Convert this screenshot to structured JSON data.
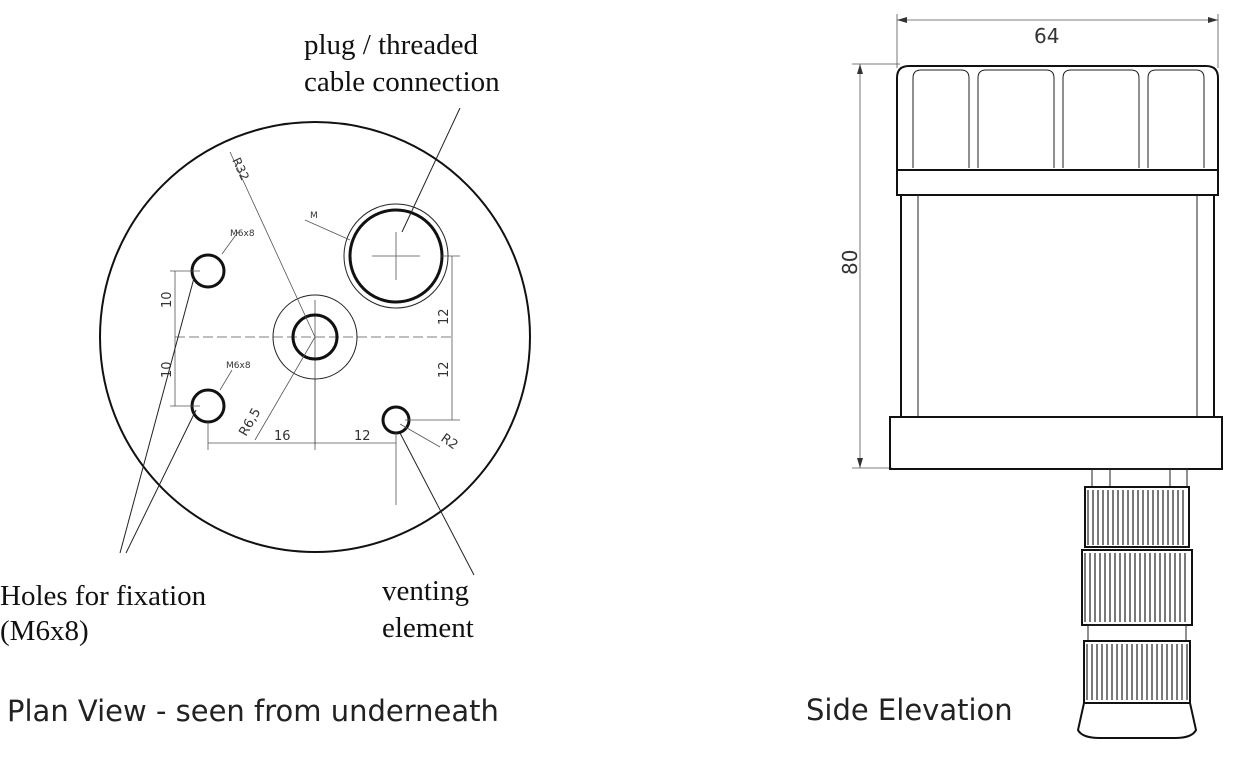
{
  "plan_view": {
    "caption": "Plan View - seen from underneath",
    "labels": {
      "plug_line1": "plug / threaded",
      "plug_line2": "cable connection",
      "holes_line1": "Holes for fixation",
      "holes_line2": "(M6x8)",
      "venting_line1": "venting",
      "venting_line2": "element"
    },
    "dimensions": {
      "r_outer": "R32",
      "r_center": "R6,5",
      "r_vent": "R2",
      "v_10_top": "10",
      "v_10_bottom": "10",
      "v_12_top": "12",
      "v_12_bottom": "12",
      "h_16": "16",
      "h_12": "12"
    }
  },
  "side_elevation": {
    "caption": "Side Elevation",
    "dimensions": {
      "width": "64",
      "height": "80"
    }
  }
}
